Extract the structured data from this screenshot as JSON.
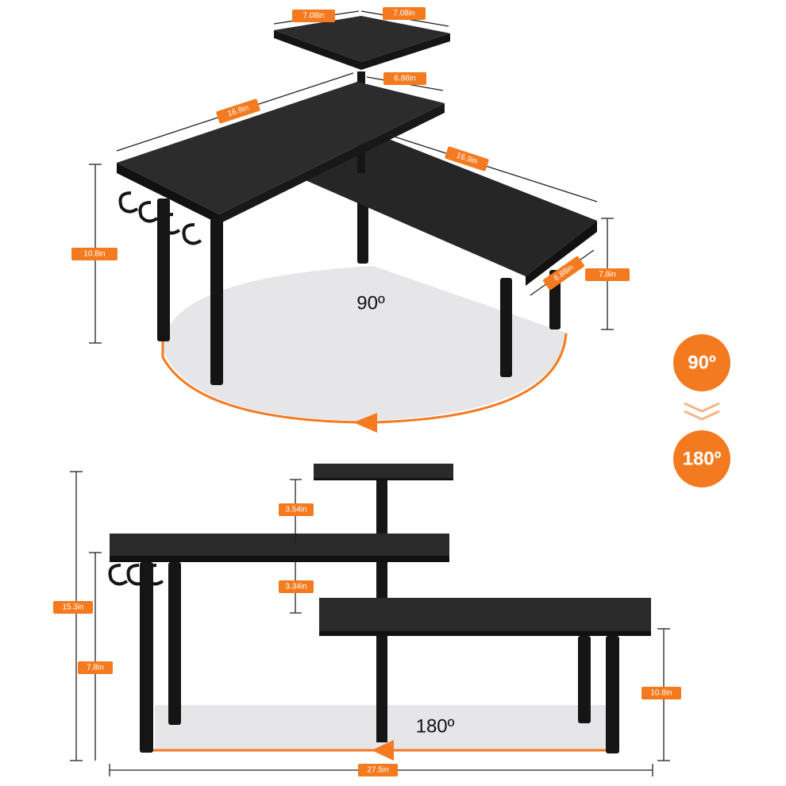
{
  "colors": {
    "accent": "#f47a1f",
    "shelf": "#2a2a2a",
    "leg": "#151515",
    "floor": "#e6e6e9",
    "dim_line": "#222222"
  },
  "top_view": {
    "angle_label": "90º",
    "dims": {
      "top_w1": "7.08in",
      "top_w2": "7.08in",
      "mid_depth": "6.88in",
      "left_len": "16.9in",
      "right_len": "16.9in",
      "height_left": "10.8in",
      "depth_right": "6.88in",
      "height_right": "7.8in"
    }
  },
  "rotation_badges": {
    "from": "90º",
    "to": "180º",
    "arrow_icon": "double-chevron-down-icon"
  },
  "bottom_view": {
    "angle_label": "180º",
    "dims": {
      "gap_upper": "3.54in",
      "gap_lower": "3.34in",
      "total_height": "15.3in",
      "left_height": "7.8in",
      "right_height": "10.8in",
      "total_width": "27.5in"
    }
  }
}
